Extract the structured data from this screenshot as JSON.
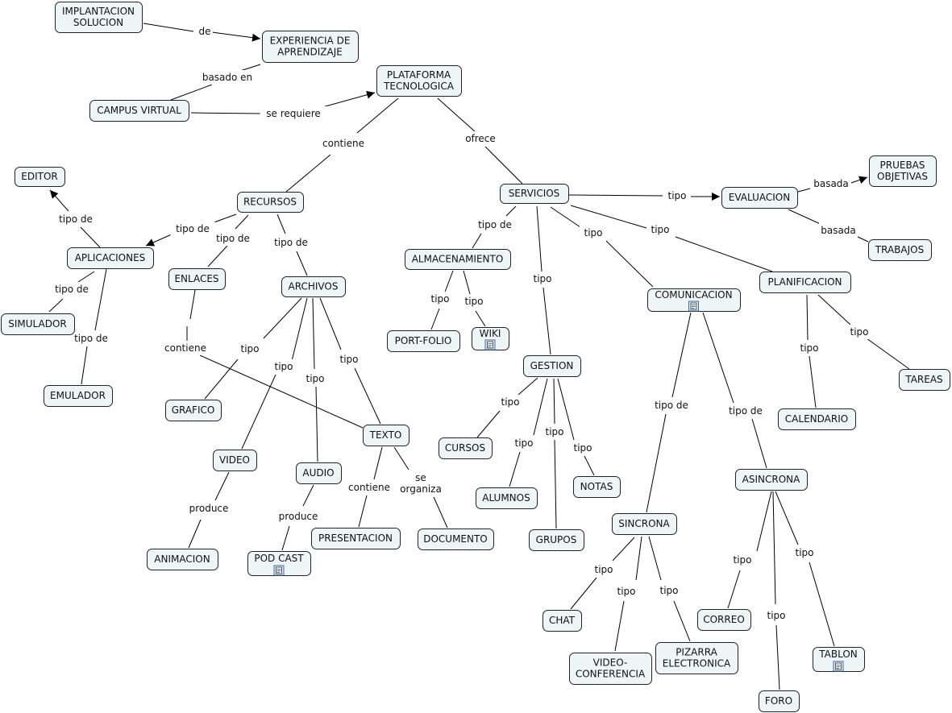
{
  "concepts": {
    "implantacion": [
      "IMPLANTACION",
      "SOLUCION"
    ],
    "experiencia": [
      "EXPERIENCIA DE",
      "APRENDIZAJE"
    ],
    "plataforma": [
      "PLATAFORMA",
      "TECNOLOGICA"
    ],
    "campus": [
      "CAMPUS VIRTUAL"
    ],
    "editor": [
      "EDITOR"
    ],
    "recursos": [
      "RECURSOS"
    ],
    "servicios": [
      "SERVICIOS"
    ],
    "evaluacion": [
      "EVALUACION"
    ],
    "pruebas": [
      "PRUEBAS",
      "OBJETIVAS"
    ],
    "trabajos": [
      "TRABAJOS"
    ],
    "aplicaciones": [
      "APLICACIONES"
    ],
    "enlaces": [
      "ENLACES"
    ],
    "archivos": [
      "ARCHIVOS"
    ],
    "almacenamiento": [
      "ALMACENAMIENTO"
    ],
    "comunicacion": [
      "COMUNICACION"
    ],
    "planificacion": [
      "PLANIFICACION"
    ],
    "simulador": [
      "SIMULADOR"
    ],
    "portfolio": [
      "PORT-FOLIO"
    ],
    "wiki": [
      "WIKI"
    ],
    "gestion": [
      "GESTION"
    ],
    "tareas": [
      "TAREAS"
    ],
    "emulador": [
      "EMULADOR"
    ],
    "grafico": [
      "GRAFICO"
    ],
    "texto": [
      "TEXTO"
    ],
    "calendario": [
      "CALENDARIO"
    ],
    "cursos": [
      "CURSOS"
    ],
    "video": [
      "VIDEO"
    ],
    "audio": [
      "AUDIO"
    ],
    "asincrona": [
      "ASINCRONA"
    ],
    "alumnos": [
      "ALUMNOS"
    ],
    "notas": [
      "NOTAS"
    ],
    "sincrona": [
      "SINCRONA"
    ],
    "presentacion": [
      "PRESENTACION"
    ],
    "documento": [
      "DOCUMENTO"
    ],
    "grupos": [
      "GRUPOS"
    ],
    "animacion": [
      "ANIMACION"
    ],
    "podcast": [
      "POD CAST"
    ],
    "chat": [
      "CHAT"
    ],
    "correo": [
      "CORREO"
    ],
    "videoconf": [
      "VIDEO-",
      "CONFERENCIA"
    ],
    "pizarra": [
      "PIZARRA",
      "ELECTRONICA"
    ],
    "tablon": [
      "TABLON"
    ],
    "foro": [
      "FORO"
    ]
  },
  "linking_phrases": {
    "de": [
      "de"
    ],
    "basado_en": [
      "basado en"
    ],
    "se_requiere": [
      "se requiere"
    ],
    "contiene_1": [
      "contiene"
    ],
    "ofrece": [
      "ofrece"
    ],
    "tipo_de_editor": [
      "tipo de"
    ],
    "tipo_de_aplic": [
      "tipo de"
    ],
    "tipo_de_enlaces": [
      "tipo de"
    ],
    "tipo_de_archivos": [
      "tipo de"
    ],
    "tipo_de_almac": [
      "tipo de"
    ],
    "tipo_eval": [
      "tipo"
    ],
    "basada_1": [
      "basada"
    ],
    "basada_2": [
      "basada"
    ],
    "tipo_comun": [
      "tipo"
    ],
    "tipo_planif": [
      "tipo"
    ],
    "tipo_de_sim": [
      "tipo de"
    ],
    "tipo_port": [
      "tipo"
    ],
    "tipo_wiki": [
      "tipo"
    ],
    "tipo_gestion": [
      "tipo"
    ],
    "tipo_tareas": [
      "tipo"
    ],
    "tipo_de_emul": [
      "tipo de"
    ],
    "contiene_2": [
      "contiene"
    ],
    "tipo_graf": [
      "tipo"
    ],
    "tipo_video": [
      "tipo"
    ],
    "tipo_audio": [
      "tipo"
    ],
    "tipo_texto": [
      "tipo"
    ],
    "tipo_cal": [
      "tipo"
    ],
    "tipo_de_sinc": [
      "tipo de"
    ],
    "tipo_de_asinc": [
      "tipo de"
    ],
    "tipo_cursos": [
      "tipo"
    ],
    "tipo_alumnos": [
      "tipo"
    ],
    "tipo_grupos": [
      "tipo"
    ],
    "tipo_notas": [
      "tipo"
    ],
    "produce_1": [
      "produce"
    ],
    "produce_2": [
      "produce"
    ],
    "contiene_3": [
      "contiene"
    ],
    "se_organiza": [
      "se",
      "organiza"
    ],
    "tipo_chat": [
      "tipo"
    ],
    "tipo_vc": [
      "tipo"
    ],
    "tipo_piz": [
      "tipo"
    ],
    "tipo_correo": [
      "tipo"
    ],
    "tipo_foro": [
      "tipo"
    ],
    "tipo_tablon": [
      "tipo"
    ]
  },
  "resource_icons": [
    "comunicacion",
    "wiki",
    "podcast",
    "tablon"
  ],
  "colors": {
    "node_fill": "#eef5f7",
    "node_stroke": "#222222",
    "line": "#000000"
  }
}
